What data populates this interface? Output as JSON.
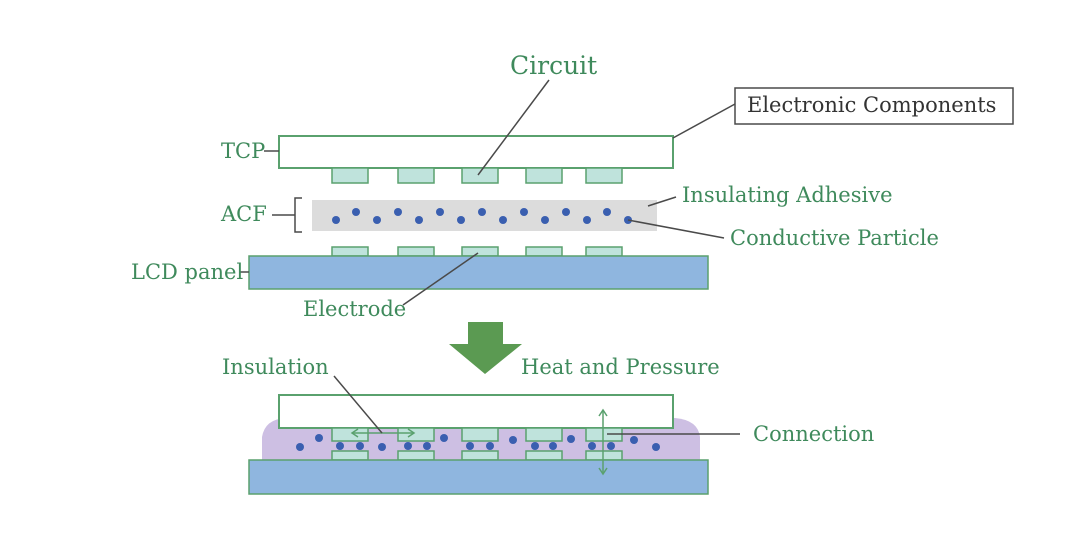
{
  "labels": {
    "circuit": "Circuit",
    "electronic_components": "Electronic Components",
    "tcp": "TCP",
    "acf": "ACF",
    "lcd_panel": "LCD panel",
    "insulating_adhesive": "Insulating Adhesive",
    "conductive_particle": "Conductive Particle",
    "electrode": "Electrode",
    "insulation": "Insulation",
    "heat_and_pressure": "Heat and Pressure",
    "connection": "Connection"
  },
  "colors": {
    "label_green": "#3f8a5c",
    "outline_green": "#5aa16e",
    "pad_fill": "#bfe3dc",
    "panel_blue": "#8fb6df",
    "adhesive_gray": "#dcdcdc",
    "adhesive_purple": "#cdbfe3",
    "particle_blue": "#3a5fb0",
    "arrow_green": "#5b9a52",
    "leader_line": "#4a4a4a"
  }
}
